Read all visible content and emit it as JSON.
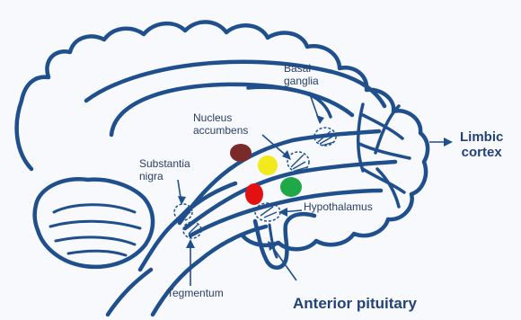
{
  "labels": {
    "basal_ganglia": [
      "Basal",
      "ganglia"
    ],
    "nucleus_accumbens": [
      "Nucleus",
      "accumbens"
    ],
    "substantia_nigra": [
      "Substantia",
      "nigra"
    ],
    "hypothalamus": "Hypothalamus",
    "tegmentum": "Tegmentum",
    "anterior_pituitary": "Anterior pituitary",
    "limbic_cortex": [
      "Limbic",
      "cortex"
    ]
  },
  "markers": [
    {
      "name": "dark-red-marker",
      "color": "#7a2a2a"
    },
    {
      "name": "yellow-marker",
      "color": "#f2ea1a"
    },
    {
      "name": "red-marker",
      "color": "#e31212"
    },
    {
      "name": "green-marker",
      "color": "#1fa847"
    }
  ],
  "colors": {
    "outline": "#1f4f8c",
    "background": "#f7f9fc"
  }
}
